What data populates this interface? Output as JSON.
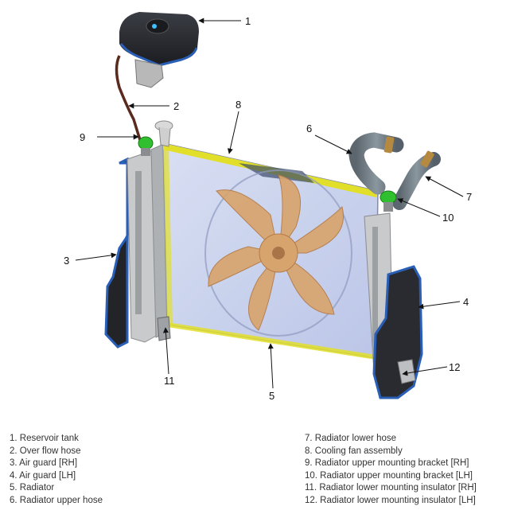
{
  "callouts": {
    "c1": "1",
    "c2": "2",
    "c3": "3",
    "c4": "4",
    "c5": "5",
    "c6": "6",
    "c7": "7",
    "c8": "8",
    "c9": "9",
    "c10": "10",
    "c11": "11",
    "c12": "12"
  },
  "legend": {
    "left": [
      "1. Reservoir tank",
      "2. Over flow hose",
      "3. Air guard [RH]",
      "4. Air guard [LH]",
      "5. Radiator",
      "6. Radiator upper hose"
    ],
    "right": [
      "7. Radiator lower hose",
      "8. Cooling fan assembly",
      "9. Radiator upper mounting bracket [RH]",
      "10. Radiator upper mounting bracket [LH]",
      "11. Radiator lower mounting insulator [RH]",
      "12. Radiator lower mounting insulator [LH]"
    ]
  },
  "colors": {
    "radiator_core": "#c9d3ee",
    "radiator_edge": "#e2df2a",
    "fan": "#d8a46e",
    "air_guard": "#2a5fb8",
    "bracket": "#2fbf2f",
    "hose": "#6d7b84",
    "tank": "#2d2f35"
  }
}
